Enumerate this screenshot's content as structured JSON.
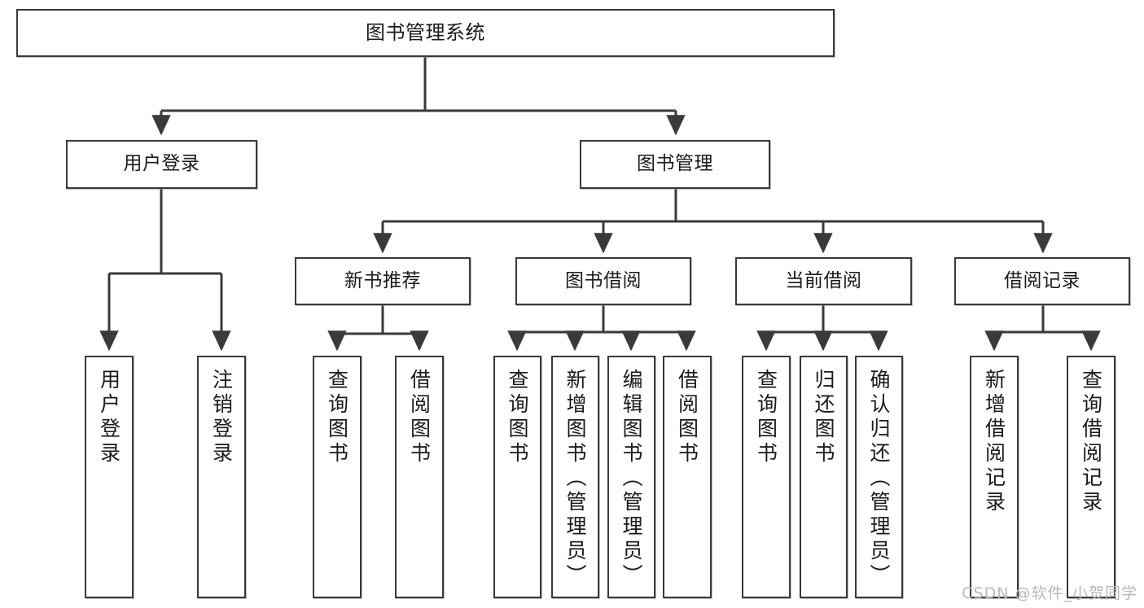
{
  "diagram": {
    "type": "tree-hierarchy",
    "title": "图书管理系统",
    "watermark": "CSDN @软件_小贺同学",
    "levels": {
      "root": {
        "label": "图书管理系统"
      },
      "level2": [
        {
          "label": "用户登录"
        },
        {
          "label": "图书管理"
        }
      ],
      "level3": [
        {
          "label": "新书推荐"
        },
        {
          "label": "图书借阅"
        },
        {
          "label": "当前借阅"
        },
        {
          "label": "借阅记录"
        }
      ],
      "leaves": [
        {
          "label": "用户登录",
          "parent": "用户登录"
        },
        {
          "label": "注销登录",
          "parent": "用户登录"
        },
        {
          "label": "查询图书",
          "parent": "新书推荐"
        },
        {
          "label": "借阅图书",
          "parent": "新书推荐"
        },
        {
          "label": "查询图书",
          "parent": "图书借阅"
        },
        {
          "label": "新增图书（管理员）",
          "parent": "图书借阅"
        },
        {
          "label": "编辑图书（管理员）",
          "parent": "图书借阅"
        },
        {
          "label": "借阅图书",
          "parent": "图书借阅"
        },
        {
          "label": "查询图书",
          "parent": "当前借阅"
        },
        {
          "label": "归还图书",
          "parent": "当前借阅"
        },
        {
          "label": "确认归还（管理员）",
          "parent": "当前借阅"
        },
        {
          "label": "新增借阅记录",
          "parent": "借阅记录"
        },
        {
          "label": "查询借阅记录",
          "parent": "借阅记录"
        }
      ]
    },
    "colors": {
      "box_border": "#3a3a3a",
      "box_fill": "#ffffff",
      "edge": "#3a3a3a",
      "text": "#1a1a1a",
      "watermark": "#b9b9b9",
      "background": "#ffffff"
    }
  }
}
